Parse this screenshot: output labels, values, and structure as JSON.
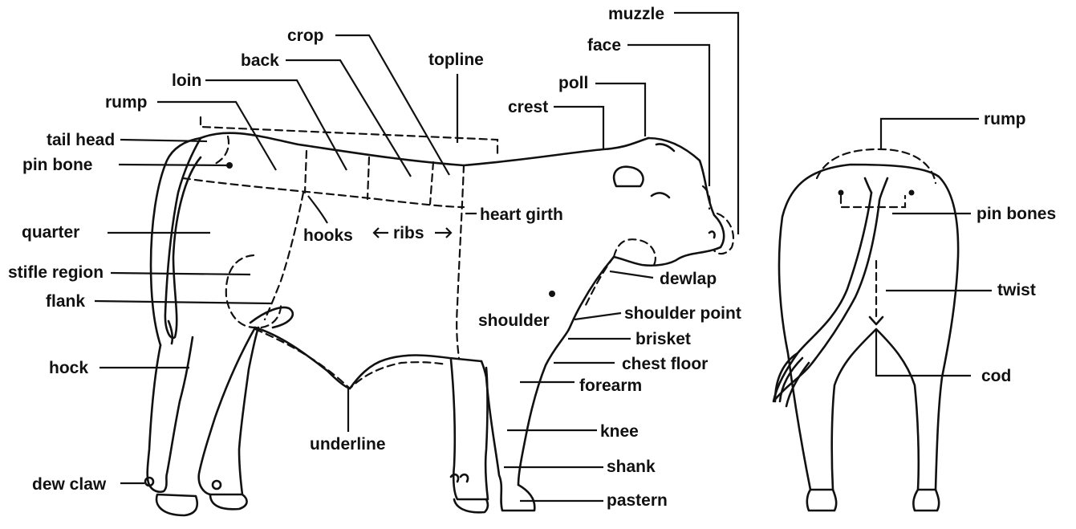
{
  "diagram": {
    "side_labels": {
      "muzzle": "muzzle",
      "face": "face",
      "crop": "crop",
      "topline": "topline",
      "back": "back",
      "poll": "poll",
      "loin": "loin",
      "crest": "crest",
      "rump": "rump",
      "tail_head": "tail head",
      "pin_bone": "pin bone",
      "heart_girth": "heart girth",
      "quarter": "quarter",
      "hooks": "hooks",
      "ribs": "ribs",
      "stifle_region": "stifle region",
      "dewlap": "dewlap",
      "flank": "flank",
      "shoulder_point": "shoulder point",
      "shoulder": "shoulder",
      "brisket": "brisket",
      "hock": "hock",
      "chest_floor": "chest floor",
      "forearm": "forearm",
      "knee": "knee",
      "underline": "underline",
      "shank": "shank",
      "dew_claw": "dew claw",
      "pastern": "pastern"
    },
    "rear_labels": {
      "rump": "rump",
      "pin_bones": "pin bones",
      "twist": "twist",
      "cod": "cod"
    }
  }
}
